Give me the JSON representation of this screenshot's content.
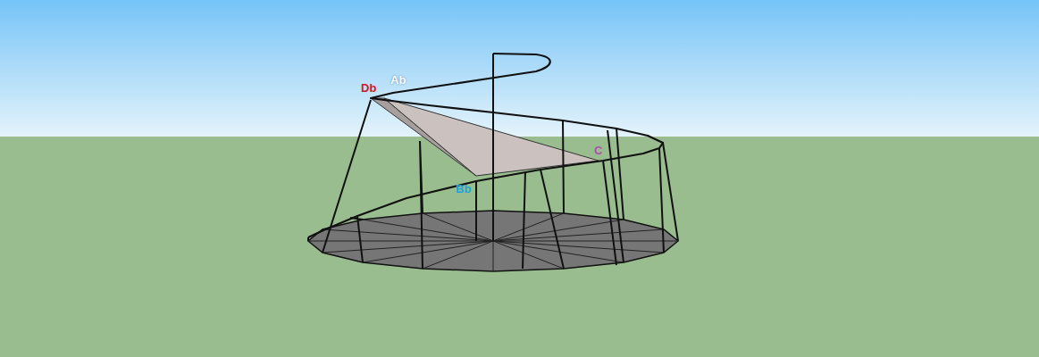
{
  "diagram": {
    "labels": [
      "Db",
      "Ab",
      "C",
      "Bb"
    ]
  }
}
